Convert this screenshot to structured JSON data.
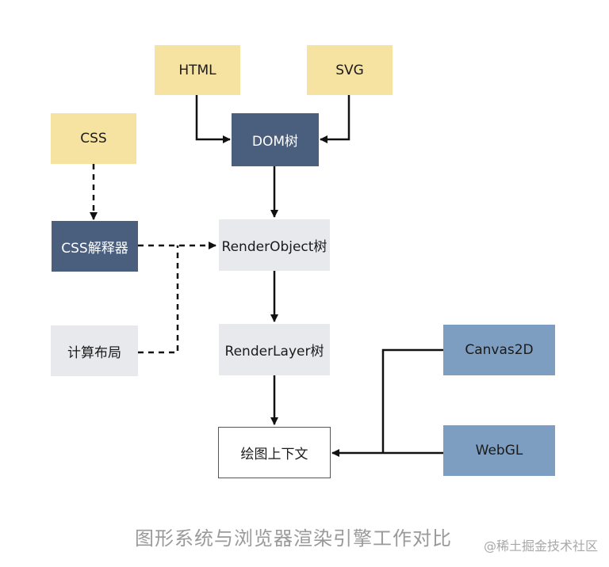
{
  "nodes": {
    "html": "HTML",
    "svg": "SVG",
    "css": "CSS",
    "dom_tree": "DOM树",
    "css_parser": "CSS解释器",
    "render_object_tree": "RenderObject树",
    "compute_layout": "计算布局",
    "render_layer_tree": "RenderLayer树",
    "canvas2d": "Canvas2D",
    "webgl": "WebGL",
    "drawing_context": "绘图上下文"
  },
  "caption": "图形系统与浏览器渲染引擎工作对比",
  "watermark": "@稀土掘金技术社区",
  "colors": {
    "yellow": "#f7e3a1",
    "navy": "#4a5e7e",
    "gray": "#e7e9ec",
    "blue": "#7d9ec1",
    "edge": "#111111"
  }
}
